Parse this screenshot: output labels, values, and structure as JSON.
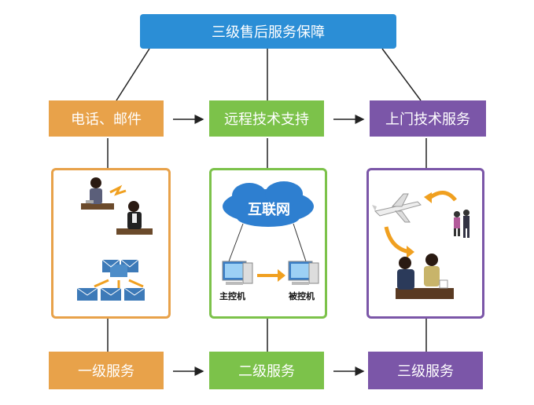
{
  "top_title": "三级售后服务保障",
  "row1": {
    "phone_email": "电话、邮件",
    "remote_support": "远程技术支持",
    "onsite_service": "上门技术服务"
  },
  "middle": {
    "cloud_label": "互联网",
    "host_label": "主控机",
    "client_label": "被控机"
  },
  "row3": {
    "level1": "一级服务",
    "level2": "二级服务",
    "level3": "三级服务"
  },
  "colors": {
    "top": "#2b8ed6",
    "orange": "#e8a24a",
    "green": "#7cc24a",
    "purple": "#7b56a8"
  }
}
